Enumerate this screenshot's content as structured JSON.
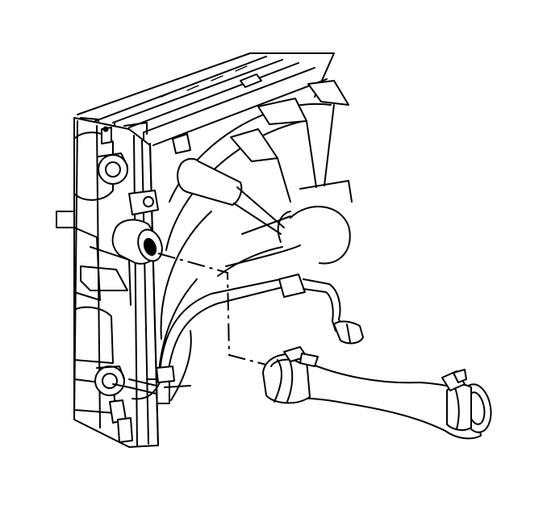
{
  "diagram": {
    "parts": [
      {
        "id": "radiator",
        "icon": "radiator-core"
      },
      {
        "id": "cooling-fan",
        "icon": "fan-shroud"
      },
      {
        "id": "outlet-pipe",
        "icon": "radiator-outlet"
      },
      {
        "id": "lower-hose",
        "icon": "coolant-hose"
      },
      {
        "id": "hose-clamp-inner",
        "icon": "spring-clamp"
      },
      {
        "id": "hose-clamp-outer",
        "icon": "spring-clamp"
      },
      {
        "id": "transmission-cooler-line",
        "icon": "cooler-line"
      },
      {
        "id": "drain-fitting",
        "icon": "fitting"
      }
    ],
    "colors": {
      "line": "#000000",
      "background": "#ffffff"
    }
  }
}
